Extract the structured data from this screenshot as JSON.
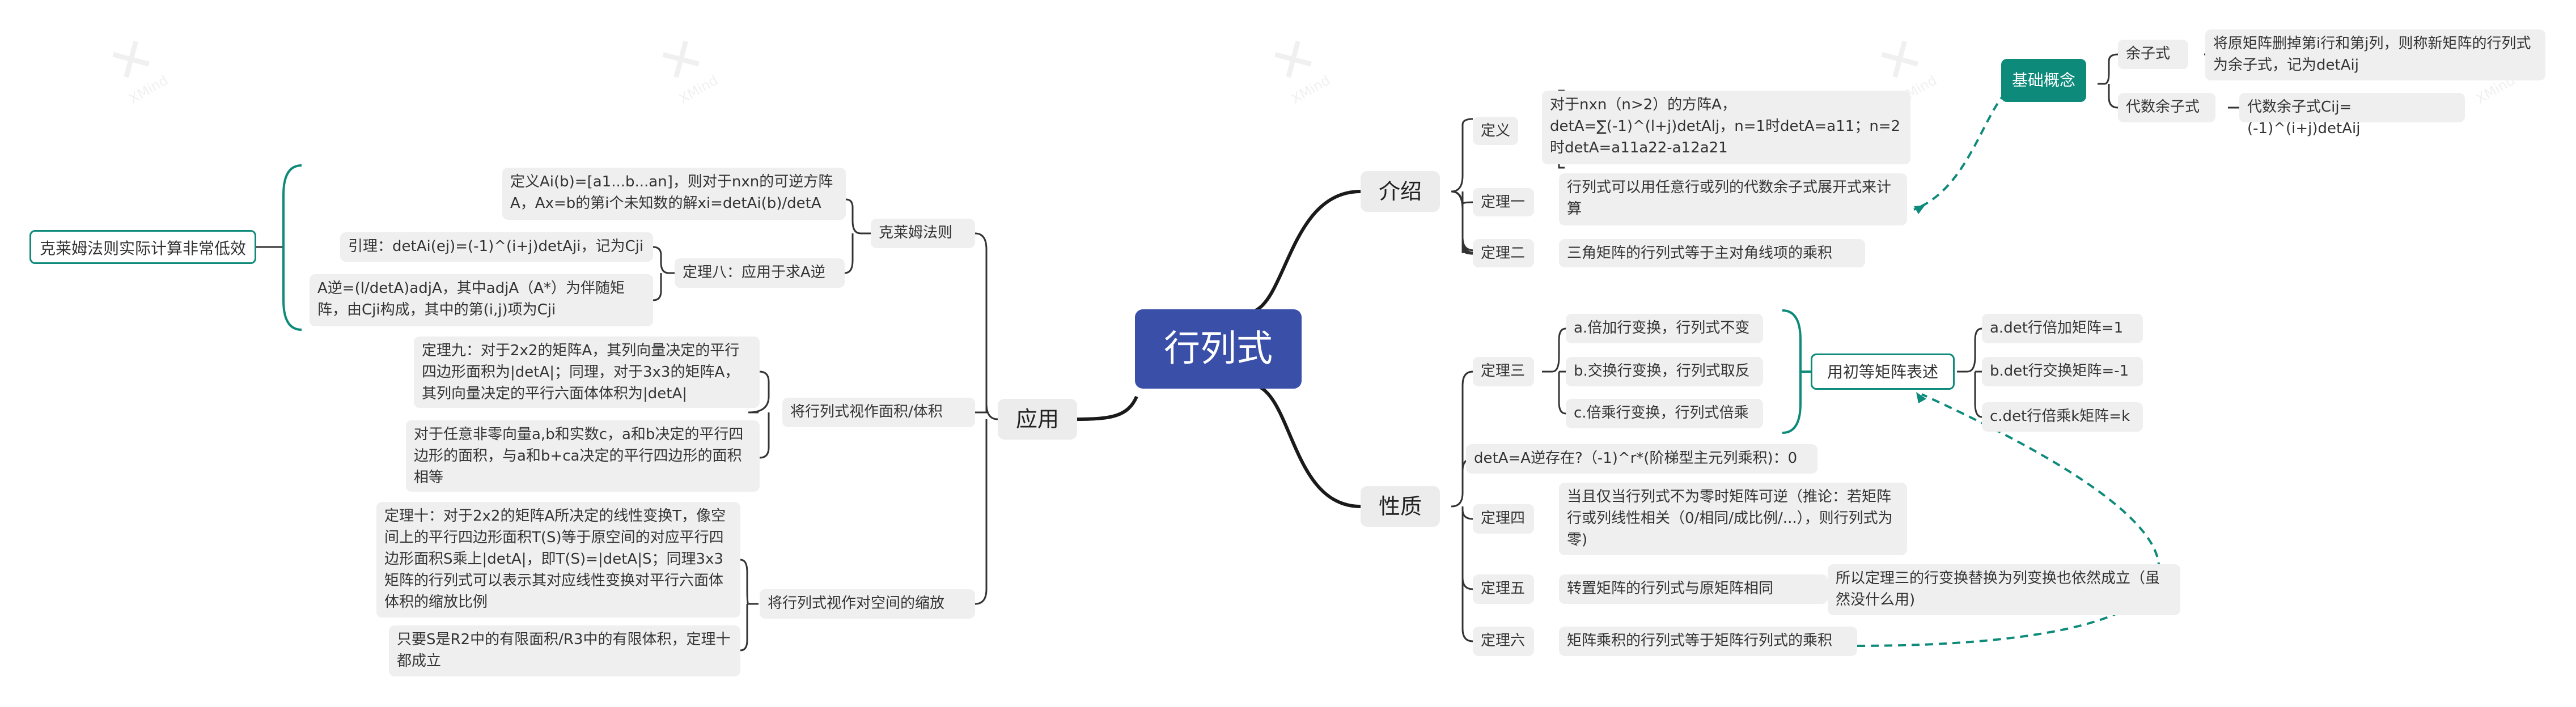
{
  "root": "行列式",
  "intro": {
    "title": "介绍",
    "definition": {
      "label": "定义",
      "text": "对于nxn（n>2）的方阵A，detA=∑(-1)^(l+j)detAlj，n=1时detA=a11；n=2时detA=a11a22-a12a21"
    },
    "theorem1": {
      "label": "定理一",
      "text": "行列式可以用任意行或列的代数余子式展开式来计算"
    },
    "theorem2": {
      "label": "定理二",
      "text": "三角矩阵的行列式等于主对角线项的乘积"
    },
    "basic": {
      "label": "基础概念",
      "minor": {
        "label": "余子式",
        "text": "将原矩阵删掉第i行和第j列，则称新矩阵的行列式为余子式，记为detAij"
      },
      "cofactor": {
        "label": "代数余子式",
        "text": "代数余子式Cij=(-1)^(i+j)detAij"
      }
    }
  },
  "properties": {
    "title": "性质",
    "theorem3": {
      "label": "定理三",
      "items": [
        "a.倍加行变换，行列式不变",
        "b.交换行变换，行列式取反",
        "c.倍乘行变换，行列式倍乘"
      ],
      "summary": "用初等矩阵表述",
      "elementary": [
        "a.det行倍加矩阵=1",
        "b.det行交换矩阵=-1",
        "c.det行倍乘k矩阵=k"
      ]
    },
    "inverse_note": "detA=A逆存在?（-1)^r*(阶梯型主元列乘积)：0",
    "theorem4": {
      "label": "定理四",
      "text": "当且仅当行列式不为零时矩阵可逆（推论：若矩阵行或列线性相关（0/相同/成比例/...），则行列式为零)"
    },
    "theorem5": {
      "label": "定理五",
      "text": "转置矩阵的行列式与原矩阵相同",
      "note": "所以定理三的行变换替换为列变换也依然成立（虽然没什么用)"
    },
    "theorem6": {
      "label": "定理六",
      "text": "矩阵乘积的行列式等于矩阵行列式的乘积"
    }
  },
  "application": {
    "title": "应用",
    "cramer": {
      "label": "克莱姆法则",
      "definition": "定义Ai(b)=[a1...b...an]，则对于nxn的可逆方阵A，Ax=b的第i个未知数的解xi=detAi(b)/detA",
      "theorem8": {
        "label": "定理八：应用于求A逆",
        "lemma": "引理：detAi(ej)=(-1)^(i+j)detAji，记为Cji",
        "inverse": "A逆=(l/detA)adjA，其中adjA（A*）为伴随矩阵，由Cji构成，其中的第(i,j)项为Cji"
      },
      "note": "克莱姆法则实际计算非常低效"
    },
    "area": {
      "label": "将行列式视作面积/体积",
      "theorem9": "定理九：对于2x2的矩阵A，其列向量决定的平行四边形面积为|detA|；同理，对于3x3的矩阵A，其列向量决定的平行六面体体积为|detA|",
      "note": "对于任意非零向量a,b和实数c，a和b决定的平行四边形的面积，与a和b+ca决定的平行四边形的面积相等"
    },
    "scale": {
      "label": "将行列式视作对空间的缩放",
      "theorem10": "定理十：对于2x2的矩阵A所决定的线性变换T，像空间上的平行四边形面积T(S)等于原空间的对应平行四边形面积S乘上|detA|，即T(S)=|detA|S；同理3x3矩阵的行列式可以表示其对应线性变换对平行六面体体积的缩放比例",
      "note": "只要S是R2中的有限面积/R3中的有限体积，定理十都成立"
    }
  },
  "watermark": {
    "brand": "XMind"
  },
  "colors": {
    "root": "#3a4fa8",
    "accent": "#0d8a7a",
    "node": "#efefef",
    "line": "#1a1a1a"
  }
}
